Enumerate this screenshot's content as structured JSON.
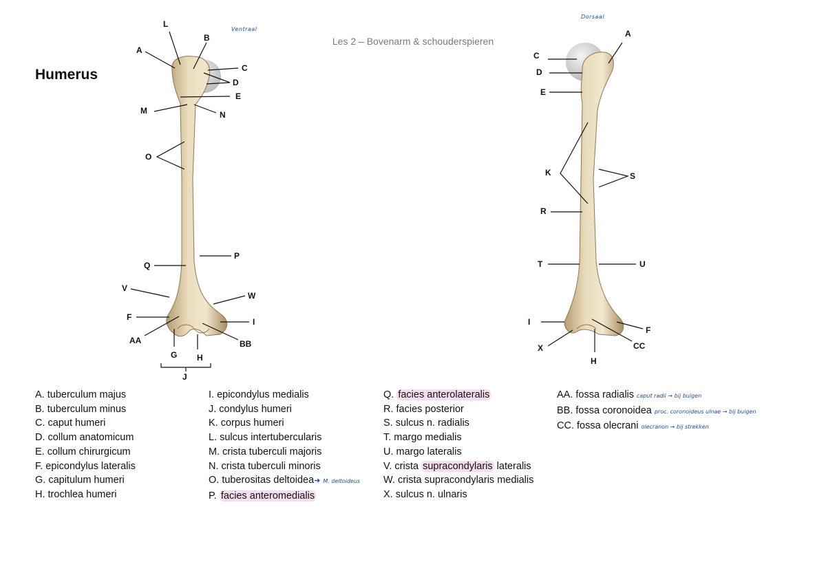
{
  "header": "Les 2 – Bovenarm & schouderspieren",
  "title": "Humerus",
  "handwriting": {
    "ventral": "Ventraal",
    "dorsal": "Dorsaal"
  },
  "figure_ventral_labels": {
    "A": "A",
    "B": "B",
    "C": "C",
    "D": "D",
    "E": "E",
    "F": "F",
    "G": "G",
    "H": "H",
    "I": "I",
    "J": "J",
    "L": "L",
    "M": "M",
    "N": "N",
    "O": "O",
    "P": "P",
    "Q": "Q",
    "V": "V",
    "W": "W",
    "AA": "AA",
    "BB": "BB"
  },
  "figure_dorsal_labels": {
    "A": "A",
    "C": "C",
    "D": "D",
    "E": "E",
    "K": "K",
    "S": "S",
    "R": "R",
    "T": "T",
    "U": "U",
    "I": "I",
    "F": "F",
    "X": "X",
    "CC": "CC",
    "H": "H"
  },
  "legend": {
    "col1": [
      "A. tuberculum majus",
      "B. tuberculum minus",
      "C. caput humeri",
      "D. collum anatomicum",
      "E. collum chirurgicum",
      "F. epicondylus lateralis",
      "G. capitulum humeri",
      "H. trochlea humeri"
    ],
    "col2": [
      "I. epicondylus medialis",
      "J. condylus humeri",
      "K. corpus humeri",
      "L. sulcus intertubercularis",
      "M. crista tuberculi majoris",
      "N. crista tuberculi minoris"
    ],
    "col2_O": "O. tuberositas deltoidea",
    "col2_O_note": "M. deltoideus",
    "col2_P_prefix": "P. ",
    "col2_P_hl": "facies anteromedialis",
    "col3_Q_prefix": "Q. ",
    "col3_Q_hl": "facies anterolateralis",
    "col3": [
      "R. facies posterior",
      "S. sulcus n. radialis",
      "T. margo medialis",
      "U. margo lateralis"
    ],
    "col3_V_prefix": "V. crista ",
    "col3_V_hl": "supracondylaris",
    "col3_V_suffix": " lateralis",
    "col3_tail": [
      "W. crista supracondylaris medialis",
      "X. sulcus n. ulnaris"
    ],
    "col4": [
      {
        "text": "AA. fossa radialis",
        "note": "caput radii → bij buigen"
      },
      {
        "text": "BB. fossa coronoidea",
        "note": "proc. coronoideus ulnae → bij buigen"
      },
      {
        "text": "CC. fossa olecrani",
        "note": "olecranon → bij strekken"
      }
    ]
  }
}
